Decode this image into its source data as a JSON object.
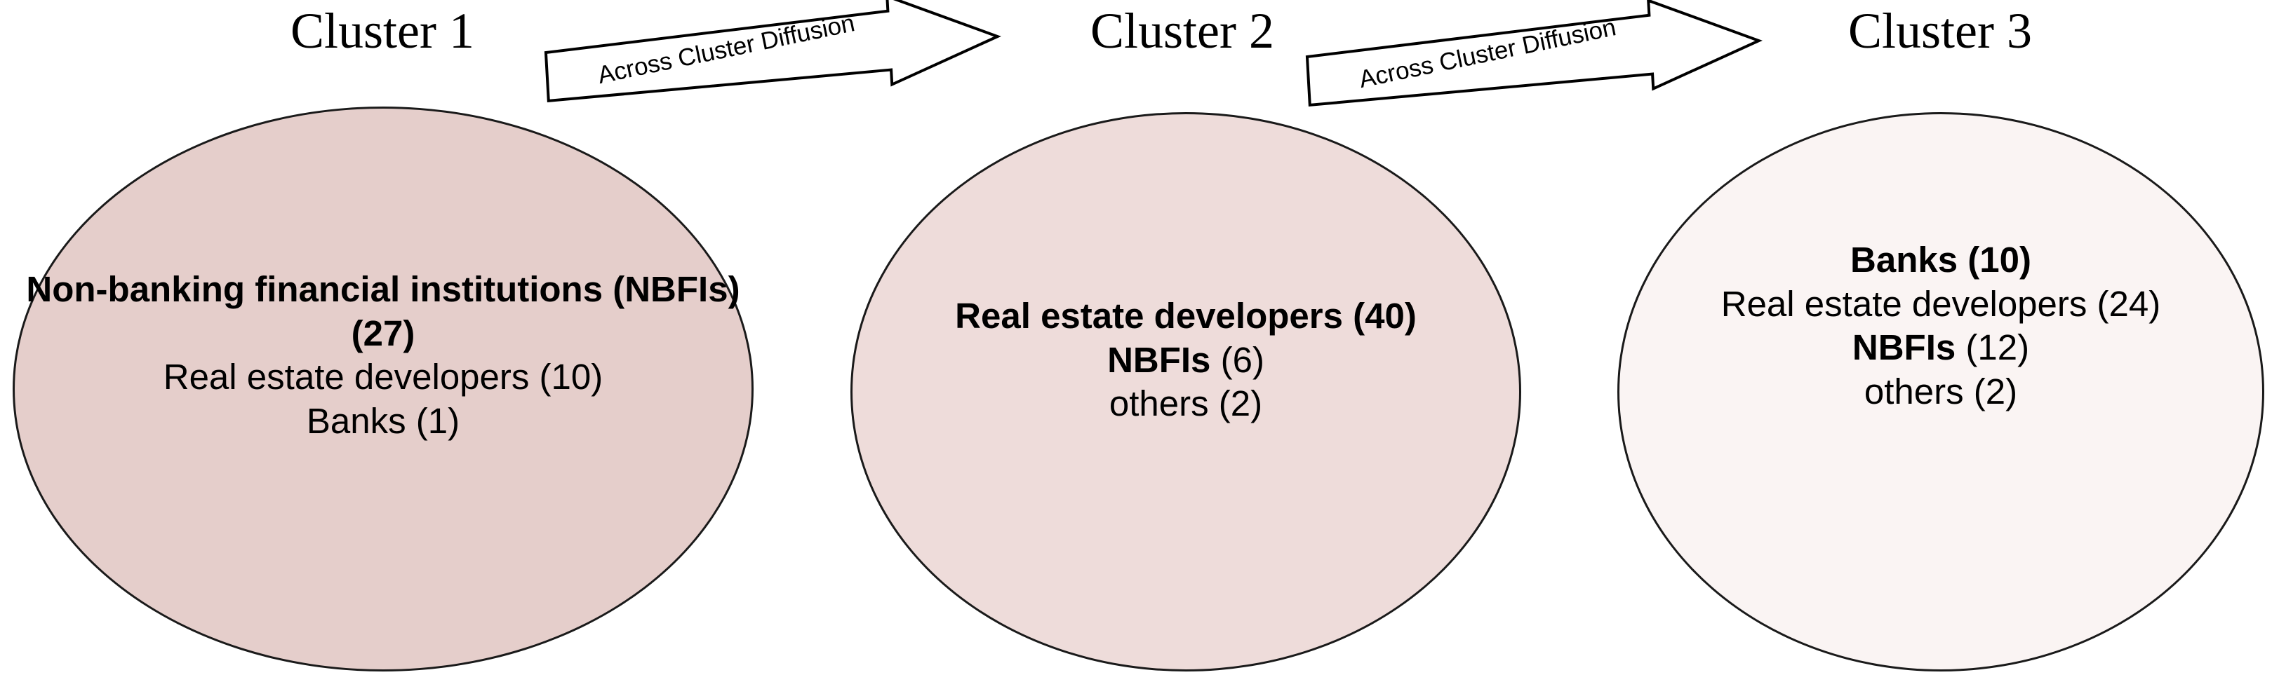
{
  "diagram": {
    "title_font_style": "serif",
    "background": "#ffffff",
    "outline_color": "#1a1a1a"
  },
  "clusters": [
    {
      "title": "Cluster 1",
      "fill": "#E5CECB",
      "lines": [
        {
          "bold_text": "Non-banking financial institutions (NBFIs) (27)",
          "plain_text": "",
          "bold": true,
          "wrap": true
        },
        {
          "bold_text": "",
          "plain_text": "Real estate developers (10)",
          "bold": false,
          "wrap": false
        },
        {
          "bold_text": "",
          "plain_text": "Banks (1)",
          "bold": false,
          "wrap": false
        }
      ]
    },
    {
      "title": "Cluster 2",
      "fill": "#EEDCDA",
      "lines": [
        {
          "bold_text": "Real estate developers (40)",
          "plain_text": "",
          "bold": true,
          "wrap": false
        },
        {
          "bold_text": "NBFIs",
          "plain_text": " (6)",
          "bold": false,
          "wrap": false
        },
        {
          "bold_text": "",
          "plain_text": "others (2)",
          "bold": false,
          "wrap": false
        }
      ]
    },
    {
      "title": "Cluster 3",
      "fill": "#FAF4F3",
      "lines": [
        {
          "bold_text": "Banks (10)",
          "plain_text": "",
          "bold": true,
          "wrap": false
        },
        {
          "bold_text": "",
          "plain_text": "Real estate developers (24)",
          "bold": false,
          "wrap": false
        },
        {
          "bold_text": "NBFIs",
          "plain_text": " (12)",
          "bold": false,
          "wrap": false
        },
        {
          "bold_text": "",
          "plain_text": "others (2)",
          "bold": false,
          "wrap": false
        }
      ]
    }
  ],
  "arrows": [
    {
      "label": "Across Cluster Diffusion",
      "direction": "right",
      "from": "Cluster 1",
      "to": "Cluster 2"
    },
    {
      "label": "Across Cluster Diffusion",
      "direction": "right",
      "from": "Cluster 2",
      "to": "Cluster 3"
    }
  ]
}
